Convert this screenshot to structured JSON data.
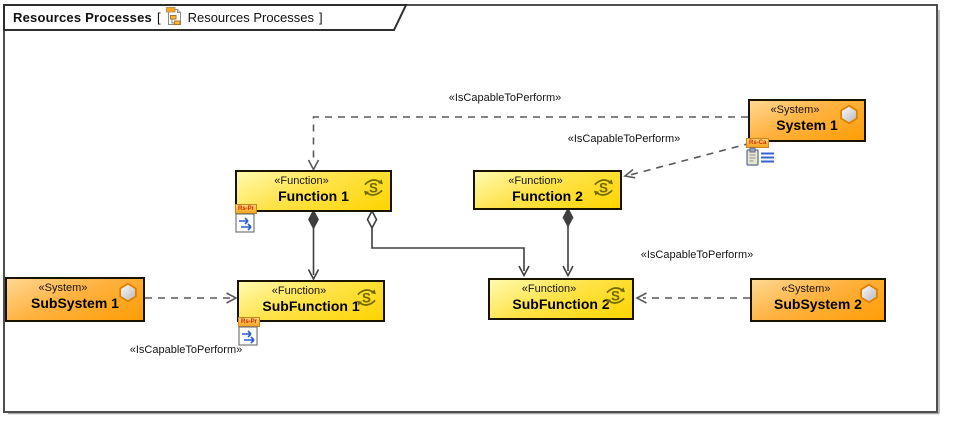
{
  "frame": {
    "title": "Resources Processes",
    "bracket_open": "[",
    "diagram_name": "Resources Processes",
    "bracket_close": "]"
  },
  "nodes": [
    {
      "stereotype": "«System»",
      "name": "System 1",
      "kind": "system"
    },
    {
      "stereotype": "«Function»",
      "name": "Function 1",
      "kind": "function"
    },
    {
      "stereotype": "«Function»",
      "name": "Function 2",
      "kind": "function"
    },
    {
      "stereotype": "«System»",
      "name": "SubSystem 1",
      "kind": "system"
    },
    {
      "stereotype": "«Function»",
      "name": "SubFunction 1",
      "kind": "function"
    },
    {
      "stereotype": "«Function»",
      "name": "SubFunction 2",
      "kind": "function"
    },
    {
      "stereotype": "«System»",
      "name": "SubSystem 2",
      "kind": "system"
    }
  ],
  "edge_labels": [
    {
      "text": "«IsCapableToPerform»"
    },
    {
      "text": "«IsCapableToPerform»"
    },
    {
      "text": "«IsCapableToPerform»"
    },
    {
      "text": "«IsCapableToPerform»"
    }
  ],
  "badges": {
    "system1_tag": "Rs-Ca",
    "function1_tag": "Rs-Pr",
    "subfunction1_tag": "Rs-Pr"
  },
  "icons": {
    "system_node": "hexagon-icon",
    "function_node": "function-behavior-icon",
    "tab": "resources-processes-diagram-icon",
    "system1_attachment": "properties-note-icon",
    "function_attachment": "subdiagram-icon"
  },
  "colors": {
    "system_gradient_top": "#FFD894",
    "system_gradient_bottom": "#FF9D05",
    "function_gradient_top": "#FFFAB0",
    "function_gradient_bottom": "#FFD400",
    "node_border": "#181200",
    "edge": "#5A5A5A",
    "frame_border": "#4F4F4F",
    "hexagon_stroke": "#DD7E00",
    "cycle_icon": "#716A00"
  }
}
